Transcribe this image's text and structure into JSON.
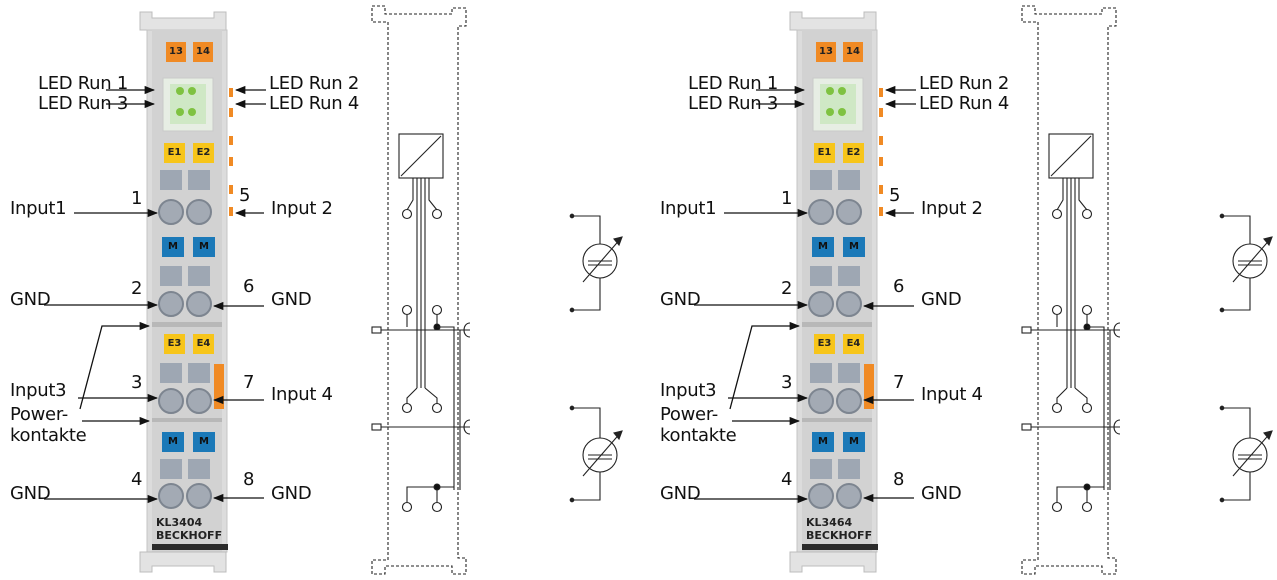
{
  "diagrams": [
    {
      "model": "KL3404",
      "brand": "BECKHOFF",
      "terminal_tags": {
        "t1": "13",
        "t2": "14",
        "e1": "E1",
        "e2": "E2",
        "e3": "E3",
        "e4": "E4",
        "m1": "M",
        "m2": "M",
        "m3": "M",
        "m4": "M"
      },
      "labels": {
        "led_run_1": "LED Run 1",
        "led_run_2": "LED Run 2",
        "led_run_3": "LED Run 3",
        "led_run_4": "LED Run 4",
        "input_1": "Input1",
        "input_2": "Input 2",
        "input_3": "Input3",
        "input_4": "Input 4",
        "gnd_2": "GND",
        "gnd_6": "GND",
        "gnd_4": "GND",
        "gnd_8": "GND",
        "power": "Power-",
        "kontakte": "kontakte"
      },
      "numbers": {
        "n1": "1",
        "n2": "2",
        "n3": "3",
        "n4": "4",
        "n5": "5",
        "n6": "6",
        "n7": "7",
        "n8": "8"
      }
    },
    {
      "model": "KL3464",
      "brand": "BECKHOFF",
      "terminal_tags": {
        "t1": "13",
        "t2": "14",
        "e1": "E1",
        "e2": "E2",
        "e3": "E3",
        "e4": "E4",
        "m1": "M",
        "m2": "M",
        "m3": "M",
        "m4": "M"
      },
      "labels": {
        "led_run_1": "LED Run 1",
        "led_run_2": "LED Run 2",
        "led_run_3": "LED Run 3",
        "led_run_4": "LED Run 4",
        "input_1": "Input1",
        "input_2": "Input 2",
        "input_3": "Input3",
        "input_4": "Input 4",
        "gnd_2": "GND",
        "gnd_6": "GND",
        "gnd_4": "GND",
        "gnd_8": "GND",
        "power": "Power-",
        "kontakte": "kontakte"
      },
      "numbers": {
        "n1": "1",
        "n2": "2",
        "n3": "3",
        "n4": "4",
        "n5": "5",
        "n6": "6",
        "n7": "7",
        "n8": "8"
      }
    }
  ],
  "colors": {
    "housing": "#d9d9d9",
    "orange": "#f08a24",
    "yellow": "#f7c51a",
    "blue": "#1b79b8",
    "led_green": "#7fc241"
  }
}
